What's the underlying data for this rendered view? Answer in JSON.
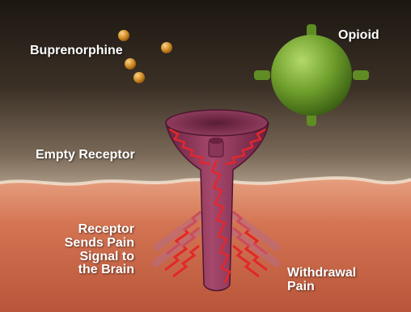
{
  "labels": {
    "buprenorphine": "Buprenorphine",
    "opioid": "Opioid",
    "empty_receptor": "Empty Receptor",
    "receptor_sends_line1": "Receptor",
    "receptor_sends_line2": "Sends Pain",
    "receptor_sends_line3": "Signal to",
    "receptor_sends_line4": "the Brain",
    "withdrawal_line1": "Withdrawal",
    "withdrawal_line2": "Pain"
  },
  "colors": {
    "background_dark": "#1c1711",
    "background_mid": "#7b6a58",
    "background_light": "#e9ddcc",
    "tissue": "#cf6d4a",
    "receptor": "#8e3556",
    "opioid": "#6a9a2a",
    "buprenorphine": "#d08a24",
    "signal": "#e3272b",
    "label_text": "#ffffff"
  }
}
